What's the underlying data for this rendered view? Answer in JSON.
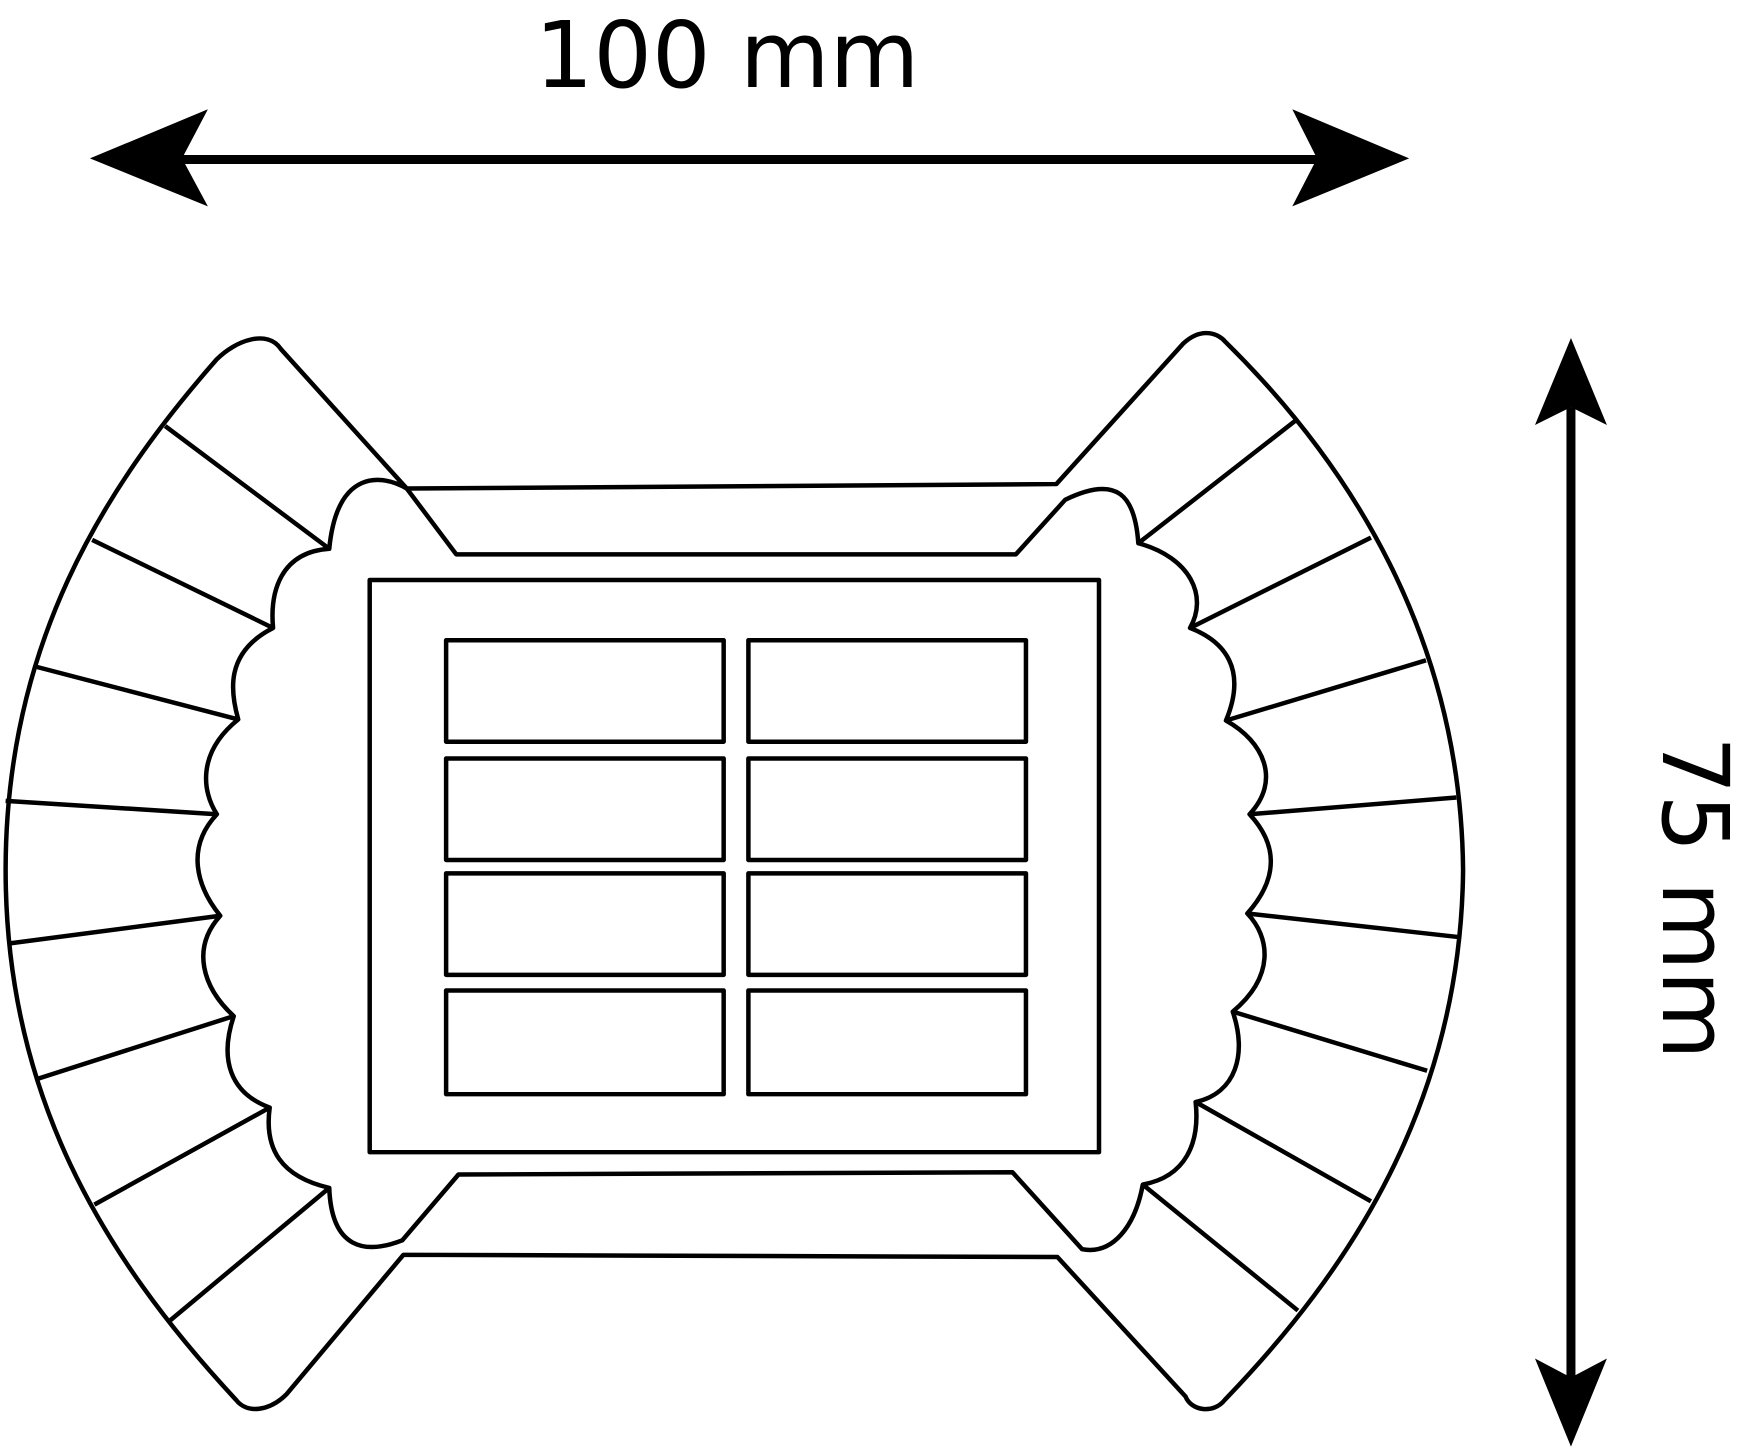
{
  "dimensions": {
    "width_label": "100 mm",
    "height_label": "75 mm"
  },
  "colors": {
    "stroke": "#000000",
    "background": "#ffffff"
  },
  "panel": {
    "cell_rows": 4,
    "cell_columns": 2
  }
}
